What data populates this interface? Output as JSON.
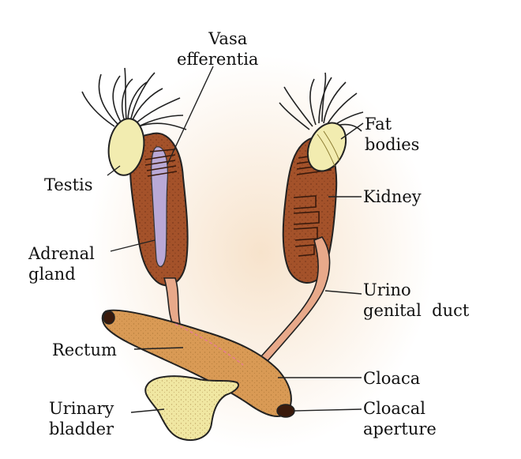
{
  "labels": {
    "vasa_efferentia": [
      "Vasa",
      "efferentia"
    ],
    "testis": [
      "Testis"
    ],
    "adrenal_gland": [
      "Adrenal",
      "gland"
    ],
    "fat_bodies": [
      "Fat",
      "bodies"
    ],
    "kidney": [
      "Kidney"
    ],
    "urino_genital_duct": [
      "Urino",
      "genital  duct"
    ],
    "rectum": [
      "Rectum"
    ],
    "cloaca": [
      "Cloaca"
    ],
    "urinary_bladder": [
      "Urinary",
      "bladder"
    ],
    "cloacal_aperture": [
      "Cloacal",
      "aperture"
    ]
  },
  "colors": {
    "kidney": "#a4522a",
    "kidney_dark": "#6e2f14",
    "fat_body": "#f2ecb0",
    "vein": "#b9a9d6",
    "duct": "#e8a98a",
    "rectum": "#d99a55",
    "bladder": "#f0e7a2",
    "background_glow": "#fbf1e6"
  }
}
